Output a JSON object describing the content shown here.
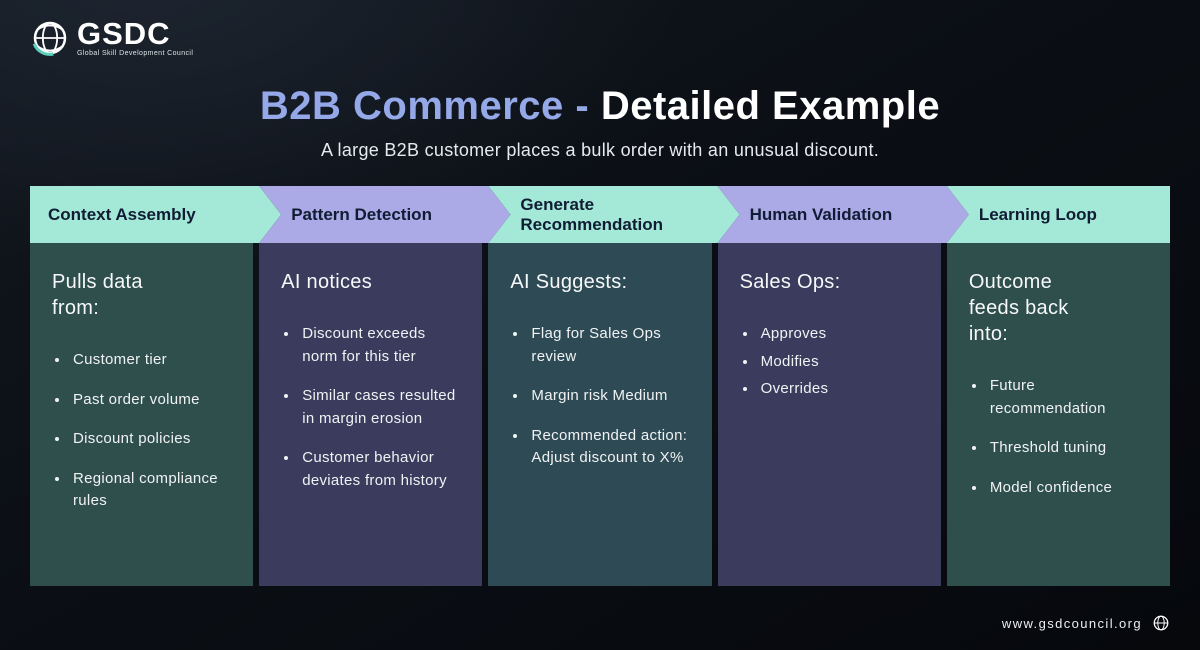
{
  "logo": {
    "name": "GSDC",
    "tagline": "Global Skill Development Council"
  },
  "header": {
    "title_highlight": "B2B Commerce -",
    "title_rest": " Detailed Example",
    "subtitle": "A large B2B customer places a bulk order with an unusual discount."
  },
  "colors": {
    "title_accent": "#95a8e8",
    "title_rest": "#ffffff",
    "mint_header": "#a4e8d7",
    "periwinkle_header": "#abaae6",
    "teal_body": "#2f4f4d",
    "indigo_body": "#3b3b5d",
    "slate_teal_body": "#2e4b55"
  },
  "columns": [
    {
      "header": "Context Assembly",
      "header_color": "#a4e8d7",
      "body_color": "#2f4f4d",
      "heading": "Pulls data from:",
      "bullets": [
        "Customer tier",
        "Past order volume",
        "Discount policies",
        "Regional compliance rules"
      ]
    },
    {
      "header": "Pattern Detection",
      "header_color": "#abaae6",
      "body_color": "#3b3b5d",
      "heading": "AI notices",
      "bullets": [
        "Discount exceeds norm for this tier",
        "Similar cases resulted in margin erosion",
        "Customer behavior deviates from history"
      ]
    },
    {
      "header": "Generate Recommendation",
      "header_color": "#a4e8d7",
      "body_color": "#2e4b55",
      "heading": "AI Suggests:",
      "bullets": [
        "Flag for Sales Ops review",
        "Margin risk Medium",
        "Recommended action: Adjust discount to X%"
      ]
    },
    {
      "header": "Human Validation",
      "header_color": "#abaae6",
      "body_color": "#3b3b5d",
      "heading": "Sales Ops:",
      "bullets": [
        "Approves",
        "Modifies",
        "Overrides"
      ]
    },
    {
      "header": "Learning Loop",
      "header_color": "#a4e8d7",
      "body_color": "#2f4f4d",
      "heading": "Outcome feeds back into:",
      "bullets": [
        "Future recommendation",
        "Threshold tuning",
        "Model confidence"
      ]
    }
  ],
  "footer": {
    "url": "www.gsdcouncil.org"
  }
}
